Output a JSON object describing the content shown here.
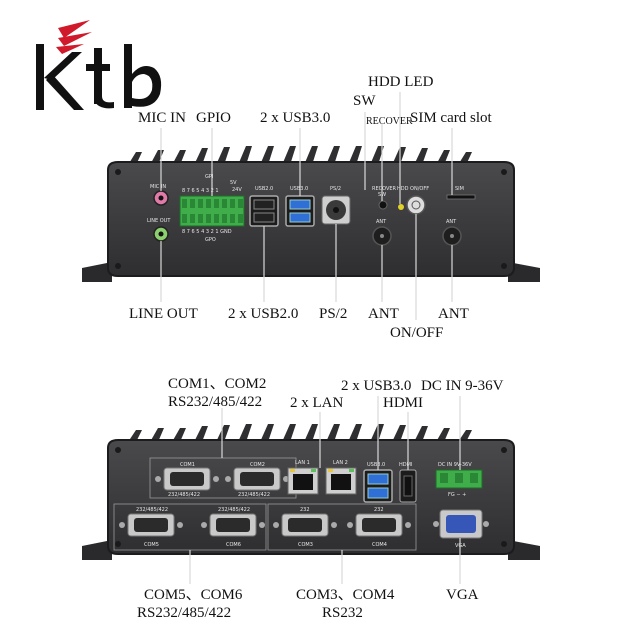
{
  "brand": {
    "name": "Ktb"
  },
  "colors": {
    "brand_red": "#d0192a",
    "chassis": "#3a3a3c",
    "usb3_blue": "#2f6fd6",
    "terminal_green": "#3fae4a"
  },
  "top_panel": {
    "labels": {
      "hdd_led": "HDD LED",
      "sw": "SW",
      "mic_in": "MIC IN",
      "gpio": "GPIO",
      "usb30": "2 x USB3.0",
      "recover": "RECOVER",
      "sim": "SIM card slot",
      "line_out": "LINE OUT",
      "usb20": "2 x USB2.0",
      "ps2": "PS/2",
      "ant_left": "ANT",
      "ant_right": "ANT",
      "onoff": "ON/OFF"
    },
    "silk": {
      "gpi": "GPI",
      "gpi_nums": "8 7 6 5 4 3 2 1",
      "v5": "5V",
      "v24": "24V",
      "gpo_nums": "8 7 6 5 4 3 2 1 GND",
      "gpo": "GPO",
      "mic": "MIC IN",
      "line": "LINE OUT",
      "usb2": "USB2.0",
      "usb3": "USB3.0",
      "ps2": "PS/2",
      "recover": "RECOVER",
      "hdd_onoff": "HDD ON/OFF",
      "sw": "SW",
      "sim": "SIM",
      "ant1": "ANT",
      "ant2": "ANT"
    }
  },
  "bottom_panel": {
    "labels": {
      "com12_line1": "COM1、COM2",
      "com12_line2": "RS232/485/422",
      "usb30": "2 x USB3.0",
      "dcin": "DC IN 9-36V",
      "lan": "2 x LAN",
      "hdmi": "HDMI",
      "com56_line1": "COM5、COM6",
      "com56_line2": "RS232/485/422",
      "com34_line1": "COM3、COM4",
      "com34_line2": "RS232",
      "vga": "VGA"
    },
    "silk": {
      "com1": "COM1",
      "com2": "COM2",
      "rs1": "232/485/422",
      "rs2": "232/485/422",
      "rs5": "232/485/422",
      "rs6": "232/485/422",
      "com5": "COM5",
      "com6": "COM6",
      "com3": "COM3",
      "com4": "COM4",
      "rs3": "232",
      "rs4": "232",
      "lan1": "LAN 1",
      "lan2": "LAN 2",
      "usb3": "USB3.0",
      "hdmi": "HDMI",
      "dcin": "DC IN 9V-36V",
      "fg": "FG  −  +",
      "vga": "VGA"
    }
  }
}
